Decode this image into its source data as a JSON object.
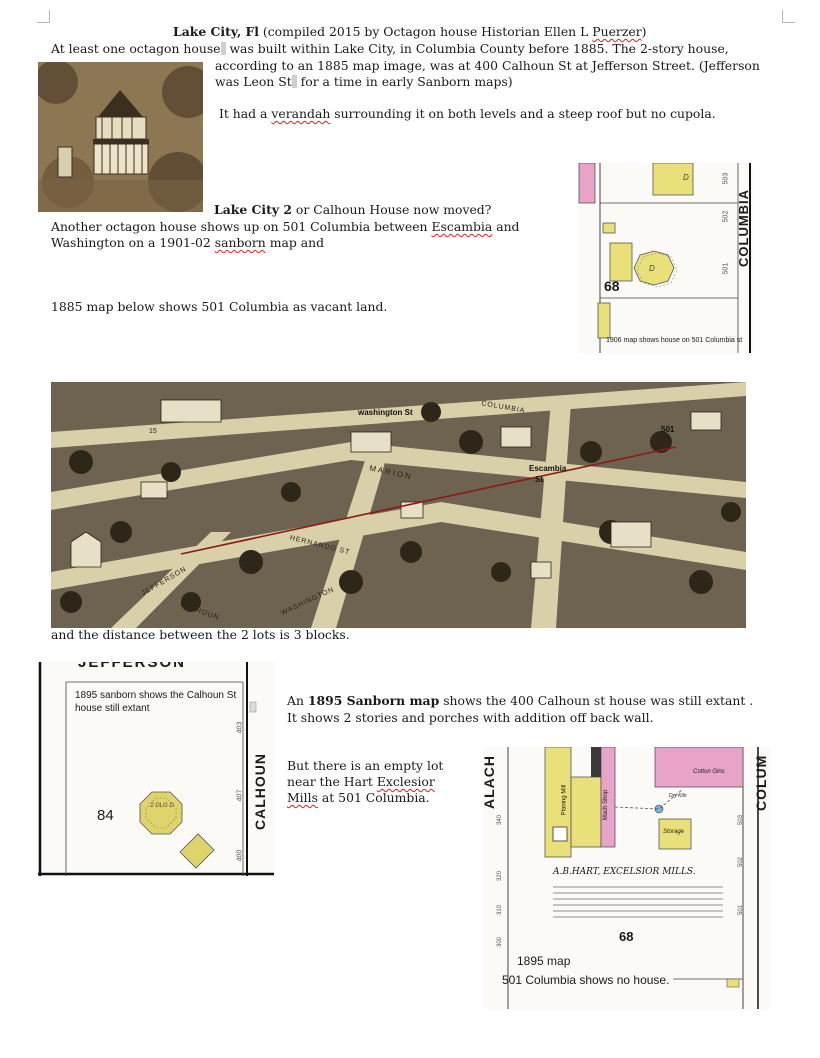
{
  "title": {
    "bold": "Lake City, Fl",
    "rest": " (compiled 2015 by Octagon house Historian Ellen L ",
    "author_surname": "Puerzer",
    "close": ")"
  },
  "intro": {
    "line1_a": "At least one octagon house",
    "line1_b": " was built within Lake City, in Columbia County before 1885. The 2-story house,",
    "line2": "according to an 1885 map image, was at 400 Calhoun St at Jefferson Street. (Jefferson",
    "line3_a": "was Leon St",
    "line3_b": " for a time in early Sanborn maps)",
    "line4_a": "It had a ",
    "line4_word": "verandah",
    "line4_b": " surrounding it on both levels and a steep roof but no cupola."
  },
  "lake_city_2": {
    "heading_bold": "Lake City 2",
    "heading_rest": " or Calhoun House now moved?",
    "line1_a": "Another octagon house  shows up on  501 Columbia between ",
    "line1_word": "Escambia",
    "line1_b": " and",
    "line2_a": "Washington on a 1901-02 ",
    "line2_word": "sanborn",
    "line2_b": " map  and",
    "line3": "1885 map below shows 501 Columbia as vacant land."
  },
  "map_1906": {
    "street": "COLUMBIA",
    "lot": "68",
    "caption": "1906 map shows house on 501 Columbia st",
    "numbers": [
      "503",
      "502",
      "501"
    ],
    "bldg_letter": "D"
  },
  "bird_map": {
    "labels": {
      "washington": "washington St",
      "escambia_1": "Escambia",
      "escambia_2": "St",
      "num_501": "501",
      "marion": "MARION",
      "jefferson": "JEFFERSON",
      "calhoun": "CALHOUN",
      "hernando": "HERNANDO ST",
      "columbia": "COLUMBIA",
      "washington_bottom": "WASHINGTON",
      "number_15": "15"
    },
    "line_color": "#8b1a1a"
  },
  "distance_text": "and the distance between the 2 lots is 3 blocks.",
  "map_1895_calhoun": {
    "top_street": "JEFFERSON",
    "caption_line1": "1895 sanborn shows the Calhoun St",
    "caption_line2": "house  still extant",
    "street": "CALHOUN",
    "lot": "84",
    "numbers": [
      "403",
      "407",
      "400"
    ],
    "bldg_label": "2 DLG D"
  },
  "sanborn_1895_text": {
    "line1_a": "An ",
    "line1_bold": "1895 Sanborn map",
    "line1_b": " shows the 400 Calhoun st house was still extant .",
    "line2": "It shows 2 stories and porches with addition off back wall.",
    "line3": "But there is an empty lot",
    "line4_a": "near the Hart ",
    "line4_word": "Exclesior",
    "line5_a": "Mills",
    "line5_b": " at 501 Columbia."
  },
  "map_1895_mills": {
    "street_left": "ALACH",
    "street_right": "COLUM",
    "title": "A.B.HART, EXCELSIOR MILLS.",
    "lot": "68",
    "caption_line1": "1895 map",
    "caption_line2": "501 Columbia shows no house.",
    "bldg_labels": [
      "Planing Mill",
      "Mach Shop",
      "Storage",
      "Cotton Gins",
      "Dry Kiln"
    ],
    "numbers_left": [
      "340",
      "320",
      "310",
      "300"
    ],
    "numbers_right": [
      "503",
      "502",
      "501"
    ]
  },
  "colors": {
    "sepia": "#8d7652",
    "bird_bg": "#6e6250",
    "road": "#d9cfa9",
    "sanborn_yellow": "#e9e07a",
    "sanborn_pink": "#e7a3c8",
    "house_yellow": "#dfd46b"
  }
}
